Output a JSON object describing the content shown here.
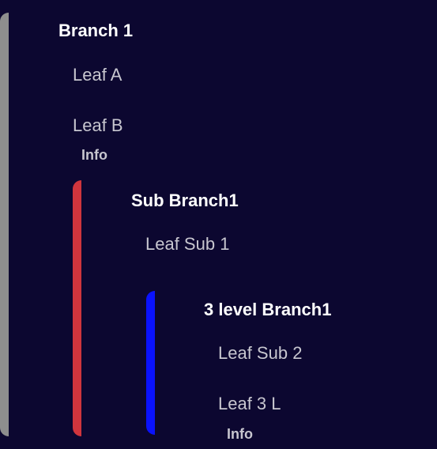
{
  "tree": {
    "level1": {
      "title": "Branch 1",
      "leaves": [
        "Leaf A",
        "Leaf B"
      ],
      "info": "Info",
      "rail_color": "#8e8e8e"
    },
    "level2": {
      "title": "Sub Branch1",
      "leaves": [
        "Leaf Sub 1"
      ],
      "rail_color": "#d0353d"
    },
    "level3": {
      "title": "3 level Branch1",
      "leaves": [
        "Leaf Sub 2",
        "Leaf 3 L"
      ],
      "info": "Info",
      "rail_color": "#0a12ff"
    }
  },
  "colors": {
    "background": "#0c0730",
    "branch_text": "#ffffff",
    "leaf_text": "#c7c6cf"
  }
}
